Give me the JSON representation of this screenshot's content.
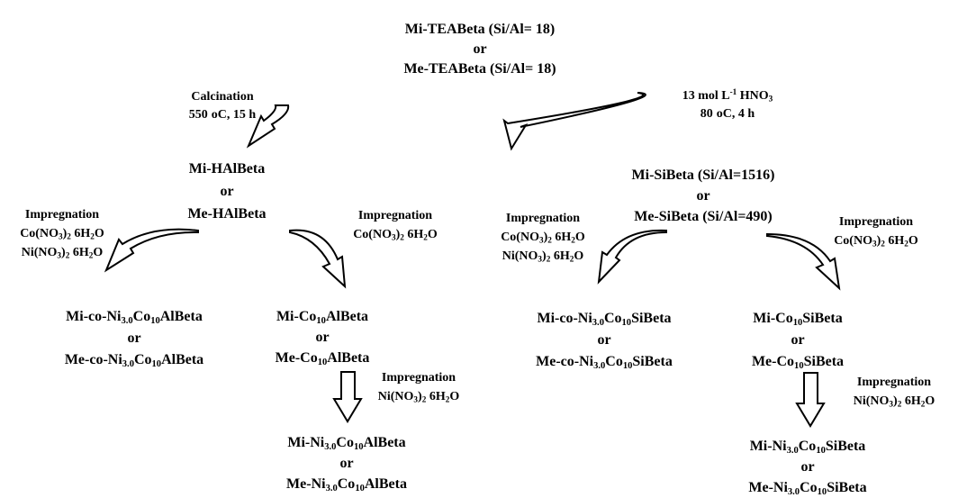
{
  "start": {
    "line1": "Mi-TEABeta (Si/Al= 18)",
    "or": "or",
    "line2": "Me-TEABeta (Si/Al= 18)"
  },
  "calcination": {
    "label": "Calcination",
    "temp": "550",
    "temp_unit": "oC, 15 h"
  },
  "acid": {
    "conc": "13 mol L",
    "exp": "-1",
    "acid": " HNO",
    "acid_sub": "3",
    "cond_temp": "80",
    "cond_unit": "oC, 4 h"
  },
  "hal": {
    "line1": "Mi-HAlBeta",
    "or": "or",
    "line2": "Me-HAlBeta"
  },
  "si": {
    "line1": "Mi-SiBeta (Si/Al=1516)",
    "or": "or",
    "line2": "Me-SiBeta (Si/Al=490)"
  },
  "reagents": {
    "impregnation": "Impregnation",
    "co_prefix": "Co(NO",
    "co_sub3": "3",
    "co_close": ")",
    "co_sub2": "2",
    "co_tail": " 6H",
    "co_h2": "2",
    "co_o": "O",
    "ni_prefix": "Ni(NO",
    "ni_sub3": "3",
    "ni_close": ")",
    "ni_sub2": "2",
    "ni_tail": " 6H",
    "ni_h2": "2",
    "ni_o": "O"
  },
  "products": {
    "mi": "Mi-",
    "me": "Me-",
    "co_dash": "co-",
    "ni": "Ni",
    "ni_sub": "3.0",
    "co": "Co",
    "co_sub": "10",
    "albeta": "AlBeta",
    "sibeta": "SiBeta",
    "or": "or"
  }
}
